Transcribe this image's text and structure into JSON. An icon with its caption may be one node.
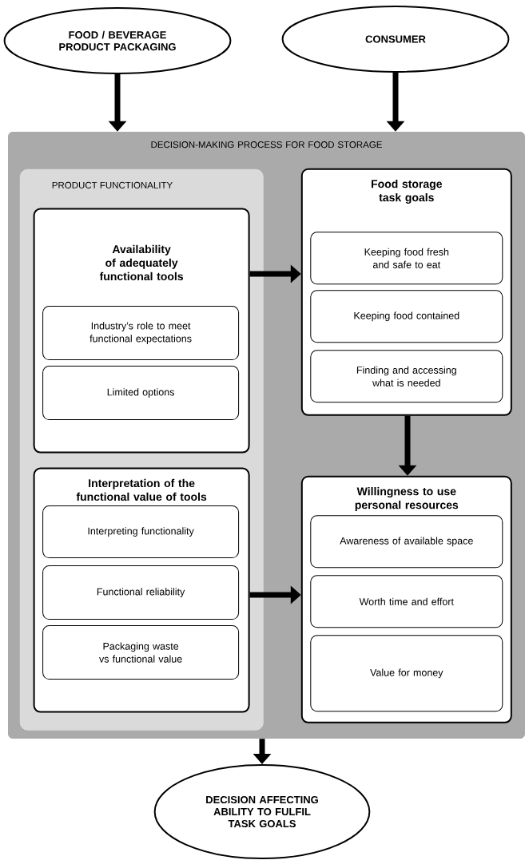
{
  "diagram": {
    "nodes": [
      {
        "text": [
          "FOOD / BEVERAGE PRODUCT PACKAGING"
        ]
      },
      {
        "text": [
          "CONSUMER"
        ]
      },
      {
        "text": [
          "DECISION-MAKING PROCESS FOR FOOD STORAGE"
        ]
      },
      {
        "text": [
          "PRODUCT FUNCTIONALITY"
        ],
        "in": 2
      },
      {
        "text": [
          "Availability of adequately functional tools"
        ],
        "in": 3
      },
      {
        "text": [
          "Industry’s role to meet functional expectations"
        ],
        "in": 4
      },
      {
        "text": [
          "Limited options"
        ],
        "in": 4
      },
      {
        "text": [
          "Interpretation of the functional value of tools"
        ],
        "in": 3
      },
      {
        "text": [
          "Interpreting functionality"
        ],
        "in": 7
      },
      {
        "text": [
          "Functional reliability"
        ],
        "in": 7
      },
      {
        "text": [
          "Packaging waste vs functional value"
        ],
        "in": 7
      },
      {
        "text": [
          "Food storage task goals"
        ],
        "in": 2
      },
      {
        "text": [
          "Keeping food fresh and safe to eat"
        ],
        "in": 11
      },
      {
        "text": [
          "Keeping food contained"
        ],
        "in": 11
      },
      {
        "text": [
          "Finding and accessing what is needed"
        ],
        "in": 11
      },
      {
        "text": [
          "Willingness to use personal resources"
        ],
        "in": 2
      },
      {
        "text": [
          "Awareness of available space"
        ],
        "in": 15
      },
      {
        "text": [
          "Worth time and effort"
        ],
        "in": 15
      },
      {
        "text": [
          "Value for money"
        ],
        "in": 15
      },
      {
        "text": [
          "DECISION AFFECTING ABILITY TO FULFIL TASK GOALS"
        ]
      }
    ],
    "edges": [
      {
        "from": 0,
        "to": 2,
        "arrow": "to"
      },
      {
        "from": 1,
        "to": 2,
        "arrow": "to"
      },
      {
        "from": 4,
        "to": 11,
        "arrow": "to"
      },
      {
        "from": 11,
        "to": 15,
        "arrow": "to"
      },
      {
        "from": 7,
        "to": 15,
        "arrow": "to"
      },
      {
        "from": 2,
        "to": 19,
        "arrow": "to"
      }
    ]
  }
}
